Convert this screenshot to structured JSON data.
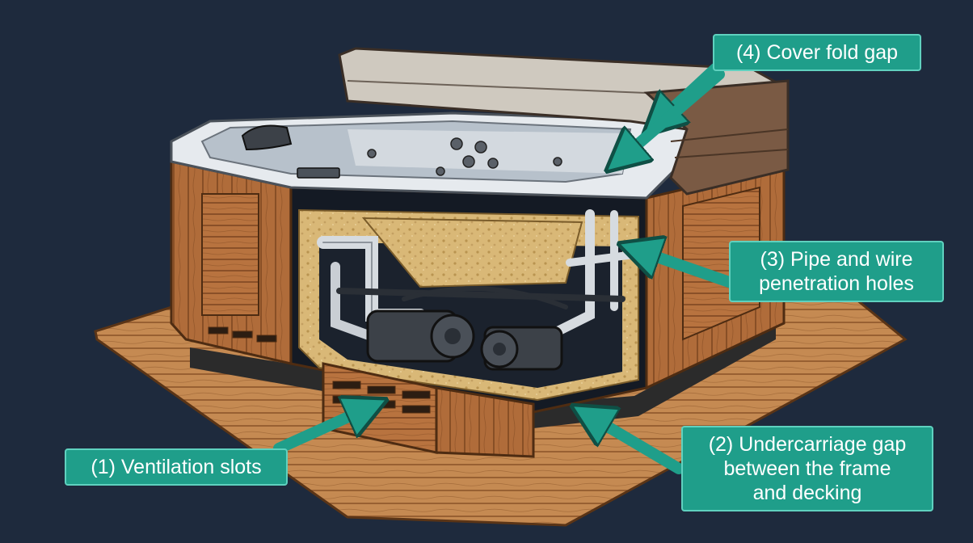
{
  "colors": {
    "background": "#1e2a3d",
    "callout_fill": "#1f9e8a",
    "callout_border": "#5fd1bf",
    "wood": "#b8733f",
    "wood_dark": "#8a5228",
    "shell": "#e6eaee",
    "cover": "#cfc9bf",
    "cover_skirt": "#7a5a44",
    "insulation": "#d9b877",
    "equipment": "#3c4148"
  },
  "callouts": {
    "ventilation": {
      "line1": "(1) Ventilation slots"
    },
    "undercarriage": {
      "line1": "(2) Undercarriage gap",
      "line2": "between the frame",
      "line3": "and decking"
    },
    "pipe": {
      "line1": "(3) Pipe and wire",
      "line2": "penetration holes"
    },
    "cover": {
      "line1": "(4) Cover fold gap"
    }
  }
}
